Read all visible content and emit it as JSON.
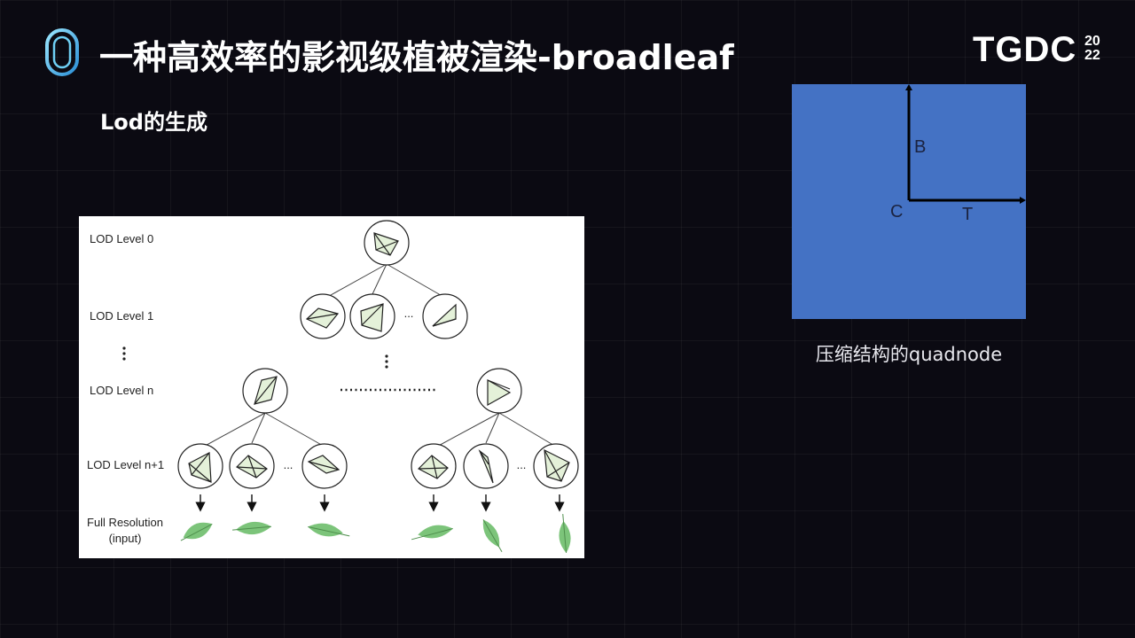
{
  "header": {
    "title": "一种高效率的影视级植被渲染-broadleaf",
    "logo_icon": "ring-logo-icon",
    "brand": "TGDC",
    "brand_year_top": "20",
    "brand_year_bottom": "22"
  },
  "section": {
    "subtitle": "Lod的生成"
  },
  "lod_figure": {
    "level_labels": [
      "LOD Level 0",
      "LOD Level 1",
      "LOD Level n",
      "LOD Level n+1"
    ],
    "full_res_line1": "Full Resolution",
    "full_res_line2": "(input)",
    "ellipsis": "..."
  },
  "quadnode": {
    "label_b": "B",
    "label_c": "C",
    "label_t": "T",
    "caption": "压缩结构的quadnode",
    "fill_color": "#4472c4"
  },
  "colors": {
    "background": "#0b0a12",
    "node_fill": "#e4f1d9",
    "leaf_fill": "#7cc47a"
  }
}
